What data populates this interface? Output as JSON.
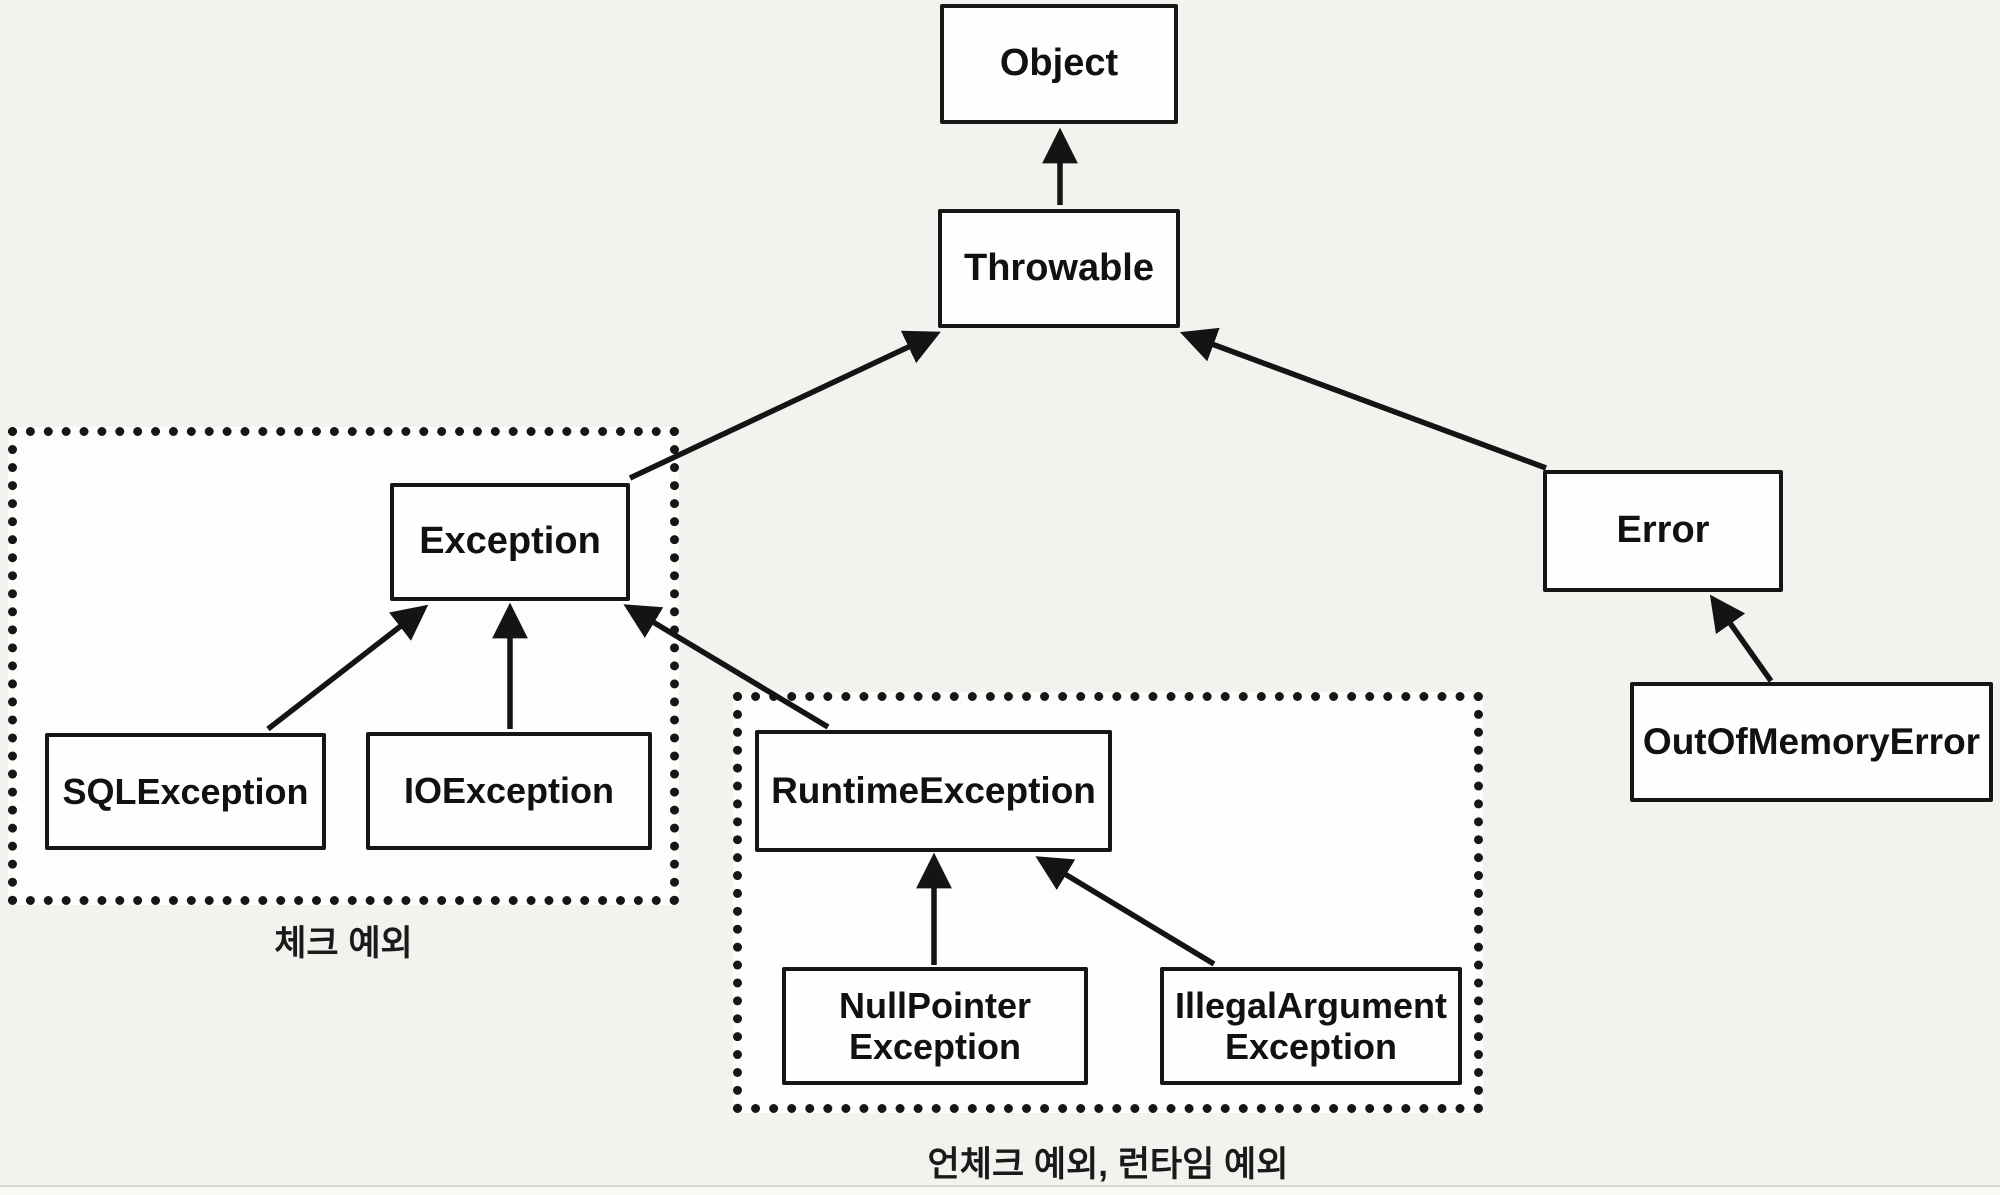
{
  "diagram": {
    "description": "Java exception class hierarchy",
    "colors": {
      "background": "#f2f2ef",
      "group_fill": "#fdfdfc",
      "box_fill": "#fefefe",
      "line": "#141414"
    },
    "nodes": {
      "object": {
        "label": "Object"
      },
      "throwable": {
        "label": "Throwable"
      },
      "exception": {
        "label": "Exception"
      },
      "error": {
        "label": "Error"
      },
      "sql_exception": {
        "label": "SQLException"
      },
      "io_exception": {
        "label": "IOException"
      },
      "runtime_exception": {
        "label": "RuntimeException"
      },
      "null_pointer_exception": {
        "label": "NullPointer\nException"
      },
      "illegal_argument_exception": {
        "label": "IllegalArgument\nException"
      },
      "out_of_memory_error": {
        "label": "OutOfMemoryError"
      }
    },
    "edges": [
      {
        "from": "Throwable",
        "to": "Object"
      },
      {
        "from": "Exception",
        "to": "Throwable"
      },
      {
        "from": "Error",
        "to": "Throwable"
      },
      {
        "from": "SQLException",
        "to": "Exception"
      },
      {
        "from": "IOException",
        "to": "Exception"
      },
      {
        "from": "RuntimeException",
        "to": "Exception"
      },
      {
        "from": "NullPointerException",
        "to": "RuntimeException"
      },
      {
        "from": "IllegalArgumentException",
        "to": "RuntimeException"
      },
      {
        "from": "OutOfMemoryError",
        "to": "Error"
      }
    ],
    "groups": {
      "checked": {
        "label": "체크 예외",
        "members": [
          "Exception",
          "SQLException",
          "IOException"
        ]
      },
      "unchecked": {
        "label": "언체크 예외, 런타임 예외",
        "members": [
          "RuntimeException",
          "NullPointerException",
          "IllegalArgumentException"
        ]
      }
    }
  }
}
